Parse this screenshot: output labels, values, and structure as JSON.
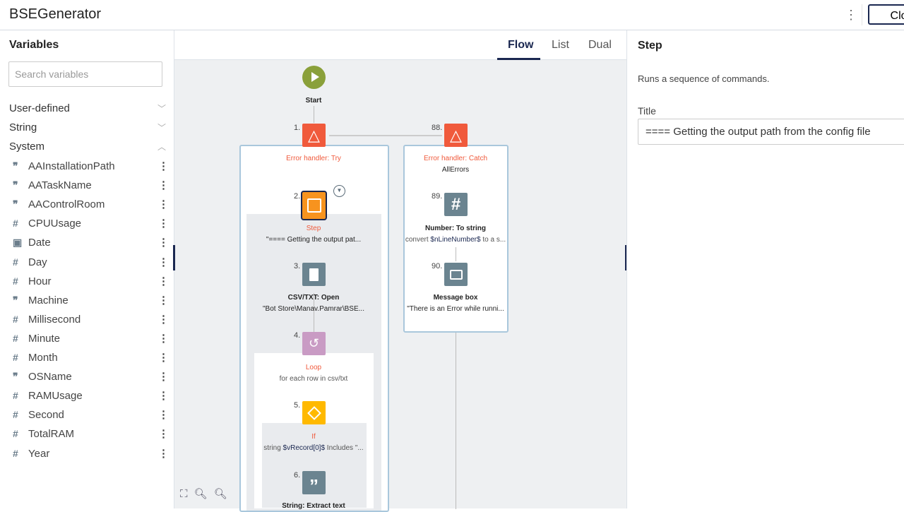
{
  "header": {
    "title": "BSEGenerator",
    "close_label": "Close"
  },
  "sidebar": {
    "heading": "Variables",
    "search_placeholder": "Search variables",
    "groups": [
      {
        "label": "User-defined",
        "state": "collapsed"
      },
      {
        "label": "String",
        "state": "collapsed"
      },
      {
        "label": "System",
        "state": "expanded"
      }
    ],
    "variables": [
      {
        "name": "AAInstallationPath",
        "type": "string-icon"
      },
      {
        "name": "AATaskName",
        "type": "string-icon"
      },
      {
        "name": "AAControlRoom",
        "type": "string-icon"
      },
      {
        "name": "CPUUsage",
        "type": "number-icon"
      },
      {
        "name": "Date",
        "type": "datetime-icon"
      },
      {
        "name": "Day",
        "type": "number-icon"
      },
      {
        "name": "Hour",
        "type": "number-icon"
      },
      {
        "name": "Machine",
        "type": "string-icon"
      },
      {
        "name": "Millisecond",
        "type": "number-icon"
      },
      {
        "name": "Minute",
        "type": "number-icon"
      },
      {
        "name": "Month",
        "type": "number-icon"
      },
      {
        "name": "OSName",
        "type": "string-icon"
      },
      {
        "name": "RAMUsage",
        "type": "number-icon"
      },
      {
        "name": "Second",
        "type": "number-icon"
      },
      {
        "name": "TotalRAM",
        "type": "number-icon"
      },
      {
        "name": "Year",
        "type": "number-icon"
      }
    ]
  },
  "tabs": {
    "flow": "Flow",
    "list": "List",
    "dual": "Dual",
    "active": "Flow"
  },
  "flow": {
    "start": "Start",
    "n1": {
      "num": "1.",
      "title": "Error handler: Try"
    },
    "n88": {
      "num": "88.",
      "title": "Error handler: Catch",
      "sub": "AllErrors"
    },
    "n2": {
      "num": "2.",
      "title": "Step",
      "sub": "\"==== Getting the output pat..."
    },
    "n3": {
      "num": "3.",
      "title": "CSV/TXT: Open",
      "sub": "\"Bot Store\\Manav.Pamrar\\BSE..."
    },
    "n4": {
      "num": "4.",
      "title": "Loop",
      "sub": "for each row in csv/txt"
    },
    "n5": {
      "num": "5.",
      "title": "If",
      "sub_a": "string ",
      "sub_b": "$vRecord[0]$",
      "sub_c": " Includes \"..."
    },
    "n6": {
      "num": "6.",
      "title": "String: Extract text"
    },
    "n89": {
      "num": "89.",
      "title": "Number: To string",
      "sub_a": "convert ",
      "sub_b": "$nLineNumber$",
      "sub_c": " to a s..."
    },
    "n90": {
      "num": "90.",
      "title": "Message box",
      "sub": "\"There is an Error while runni..."
    }
  },
  "panel": {
    "heading": "Step",
    "description": "Runs a sequence of commands.",
    "title_label": "Title",
    "title_value": "==== Getting the output path from the config file"
  },
  "colors": {
    "error": "#f05a3c",
    "step": "#f7931e",
    "gray": "#6b8490",
    "loop": "#c99bc4",
    "if": "#ffb900",
    "start": "#8aa03a",
    "navy": "#1a2750"
  }
}
